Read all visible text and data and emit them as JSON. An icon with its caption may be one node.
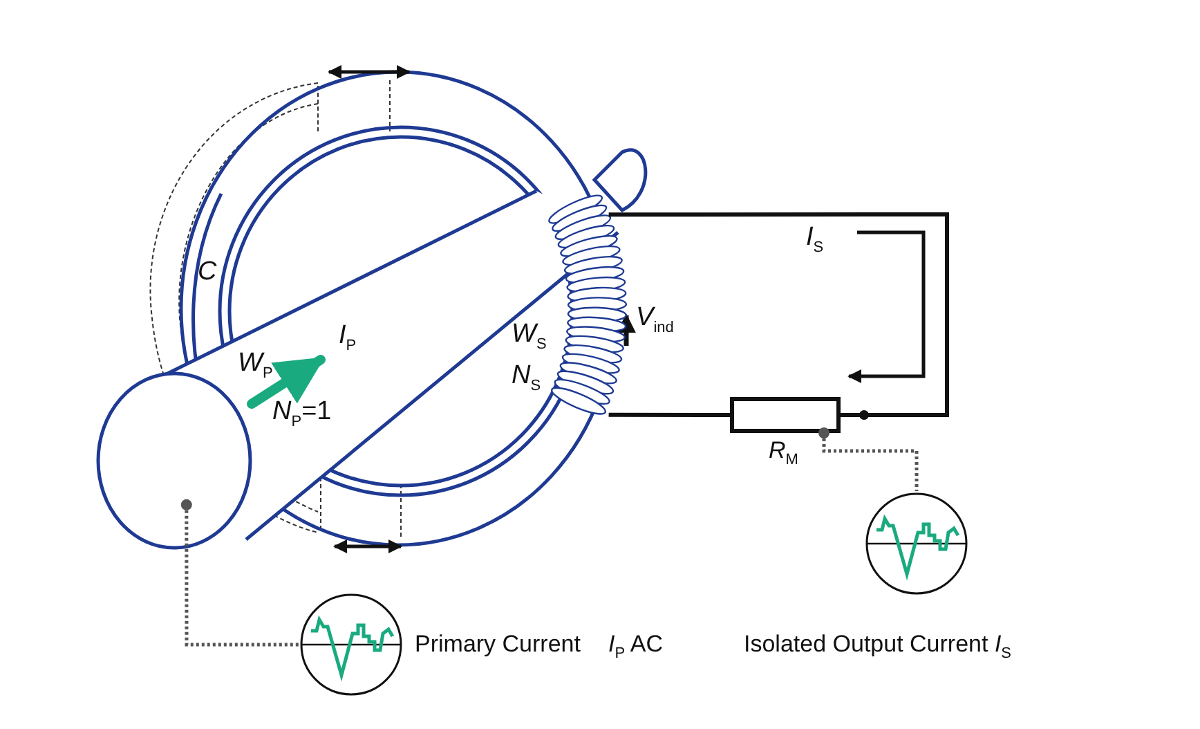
{
  "diagram": {
    "nodes": [
      {
        "text": [],
        "shape": "cylinder"
      },
      {
        "text": [],
        "shape": "picture",
        "beside": [
          "Primary Current",
          "*I*$_{P}$ AC"
        ]
      },
      {
        "text": [],
        "shape": "box",
        "beside": [
          "*R*$_{M}$"
        ]
      },
      {
        "text": [],
        "shape": "picture",
        "beside": [
          "Isolated Output Current *I*$_{S}$"
        ]
      },
      {
        "text": [],
        "shape": "coil"
      }
    ],
    "edges": [
      {
        "from": 0,
        "to": 1,
        "arrow": "other",
        "style": "dashed",
        "color": "#555555"
      },
      {
        "from": 2,
        "to": 3,
        "arrow": "other",
        "style": "dashed",
        "color": "#555555"
      },
      {
        "from": 4,
        "to": 2,
        "arrow": "none"
      },
      {
        "from": 4,
        "to": 2,
        "arrow": "none"
      }
    ],
    "labels": [
      "*C*",
      "*W*$_{P}$",
      "*I*$_{P}$",
      "*N*$_{P}$=1",
      "*W*$_{S}$",
      "*N*$_{S}$",
      "*V*$_{ind}$",
      "*I*$_{S}$"
    ]
  }
}
